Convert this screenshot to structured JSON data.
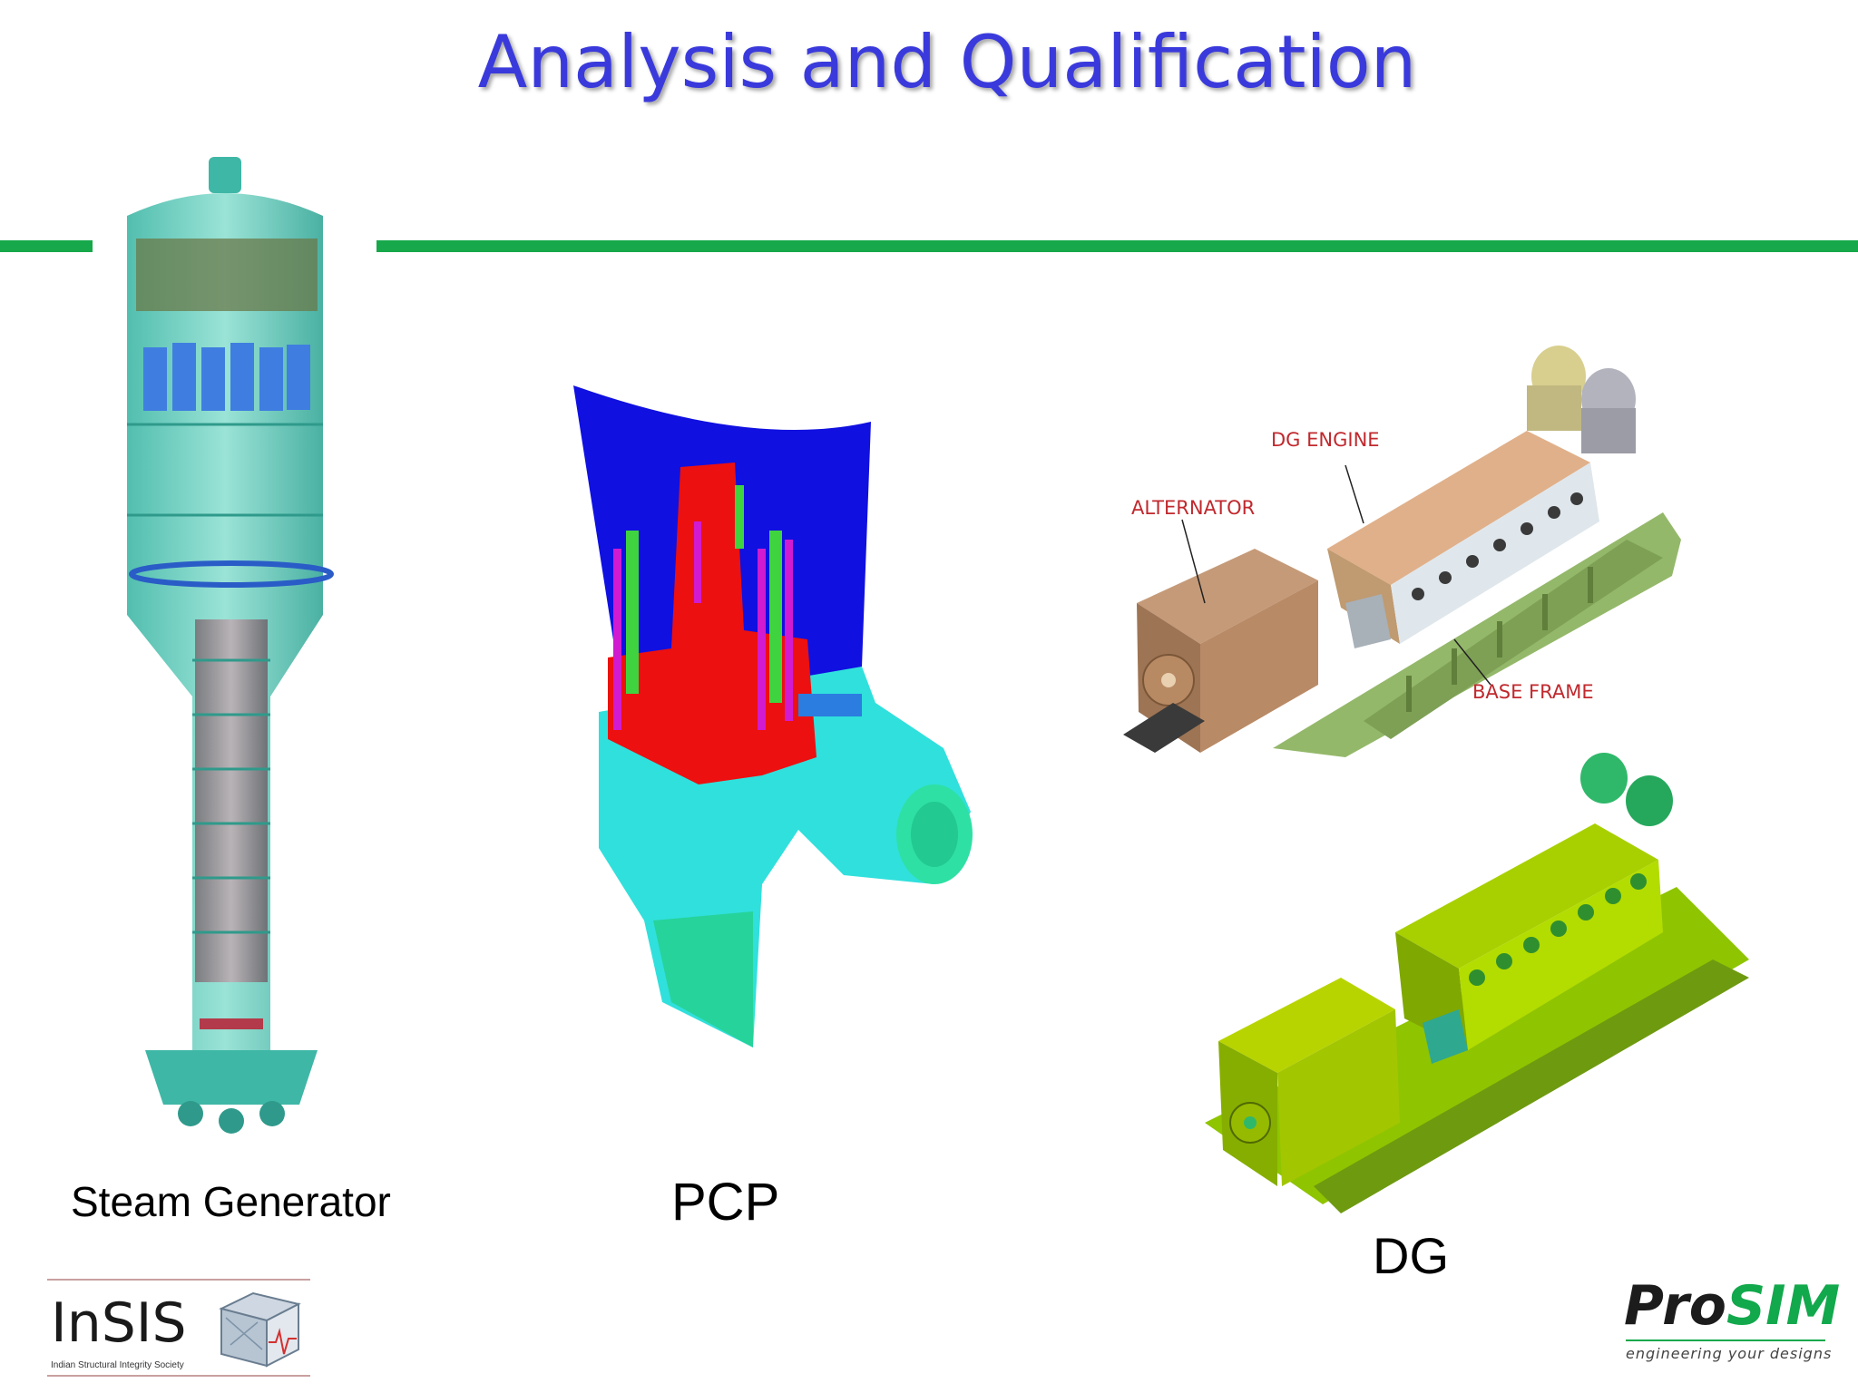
{
  "slide": {
    "title": "Analysis and Qualification",
    "rule_color": "#16a84a",
    "title_color": "#3a3adc"
  },
  "figures": {
    "steam_generator": {
      "caption": "Steam Generator"
    },
    "pcp": {
      "caption": "PCP"
    },
    "dg_layout": {
      "labels": {
        "dg_engine": "DG ENGINE",
        "alternator": "ALTERNATOR",
        "base_frame": "BASE FRAME"
      }
    },
    "dg_fe_model": {
      "caption": "DG"
    }
  },
  "logos": {
    "insis": {
      "name": "InSIS",
      "subtitle": "Indian Structural Integrity Society"
    },
    "prosim": {
      "name_pro": "Pro",
      "name_sim": "SIM",
      "tagline": "engineering your designs"
    }
  }
}
